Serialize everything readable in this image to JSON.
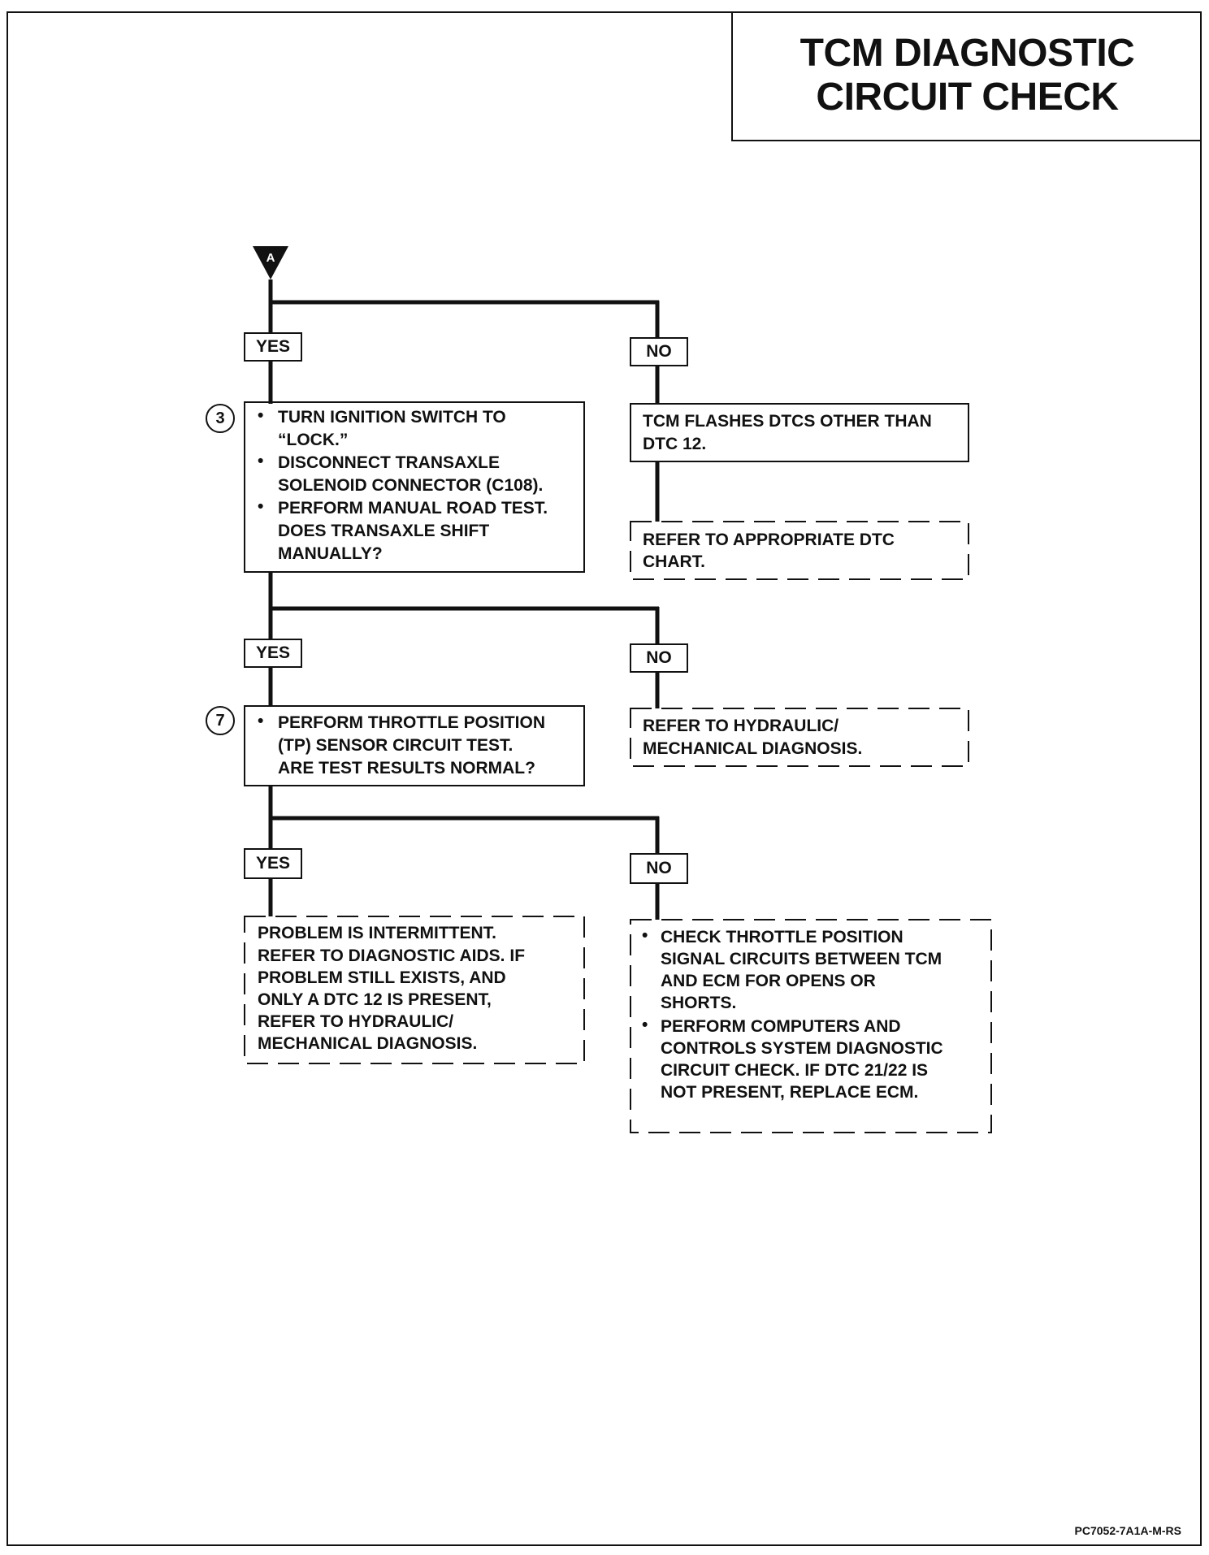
{
  "title": [
    "TCM DIAGNOSTIC",
    "CIRCUIT CHECK"
  ],
  "entry_marker": "A",
  "steps": {
    "s3": "3",
    "s7": "7"
  },
  "labels": {
    "yes": "YES",
    "no": "NO"
  },
  "box1": {
    "bullets": [
      "TURN IGNITION SWITCH TO",
      "DISCONNECT TRANSAXLE",
      "PERFORM MANUAL ROAD TEST."
    ],
    "lines": [
      "TURN IGNITION SWITCH TO",
      "“LOCK.”",
      "DISCONNECT TRANSAXLE",
      "SOLENOID CONNECTOR (C108).",
      "PERFORM MANUAL ROAD TEST.",
      "DOES TRANSAXLE SHIFT",
      "MANUALLY?"
    ]
  },
  "box_no1": {
    "lines": [
      "TCM FLASHES DTCS OTHER THAN",
      "DTC 12."
    ]
  },
  "box_no1_result": {
    "lines": [
      "REFER TO APPROPRIATE DTC",
      "CHART."
    ]
  },
  "box2": {
    "lines": [
      "PERFORM THROTTLE POSITION",
      "(TP) SENSOR CIRCUIT TEST.",
      "ARE TEST RESULTS NORMAL?"
    ]
  },
  "box_no2": {
    "lines": [
      "REFER TO HYDRAULIC/",
      "MECHANICAL DIAGNOSIS."
    ]
  },
  "box_yes3": {
    "lines": [
      "PROBLEM IS INTERMITTENT.",
      "REFER TO DIAGNOSTIC AIDS. IF",
      "PROBLEM STILL EXISTS, AND",
      "ONLY A DTC 12 IS PRESENT,",
      "REFER TO HYDRAULIC/",
      "MECHANICAL DIAGNOSIS."
    ]
  },
  "box_no3": {
    "lines": [
      "CHECK THROTTLE POSITION",
      "SIGNAL CIRCUITS BETWEEN TCM",
      "AND ECM FOR OPENS OR",
      "SHORTS.",
      "PERFORM COMPUTERS AND",
      "CONTROLS SYSTEM DIAGNOSTIC",
      "CIRCUIT CHECK. IF DTC 21/22 IS",
      "NOT PRESENT, REPLACE ECM."
    ]
  },
  "footer_code": "PC7052-7A1A-M-RS"
}
